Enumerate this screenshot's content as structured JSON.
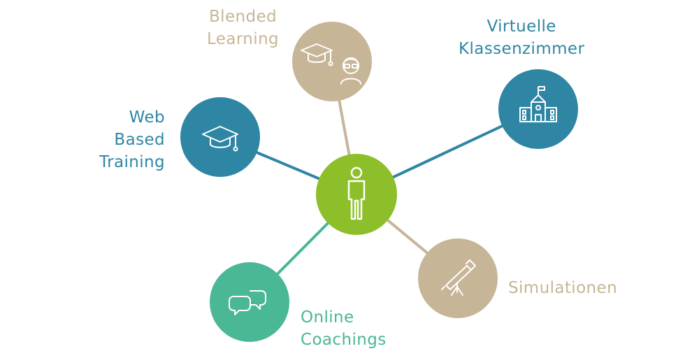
{
  "center": {
    "icon": "person-icon",
    "color": "#8dbf2a"
  },
  "nodes": [
    {
      "id": "blended-learning",
      "lines": [
        "Blended",
        "Learning"
      ],
      "icon": "graduation-cap-with-person-icon",
      "color": "#c7b597"
    },
    {
      "id": "virtuelle-klassenzimmer",
      "lines": [
        "Virtuelle",
        "Klassenzimmer"
      ],
      "icon": "school-building-icon",
      "color": "#2e86a4"
    },
    {
      "id": "web-based-training",
      "lines": [
        "Web",
        "Based",
        "Training"
      ],
      "icon": "graduation-cap-icon",
      "color": "#2e86a4"
    },
    {
      "id": "simulationen",
      "lines": [
        "Simulationen"
      ],
      "icon": "telescope-icon",
      "color": "#c7b597"
    },
    {
      "id": "online-coachings",
      "lines": [
        "Online",
        "Coachings"
      ],
      "icon": "chat-bubbles-icon",
      "color": "#4ab797"
    }
  ]
}
